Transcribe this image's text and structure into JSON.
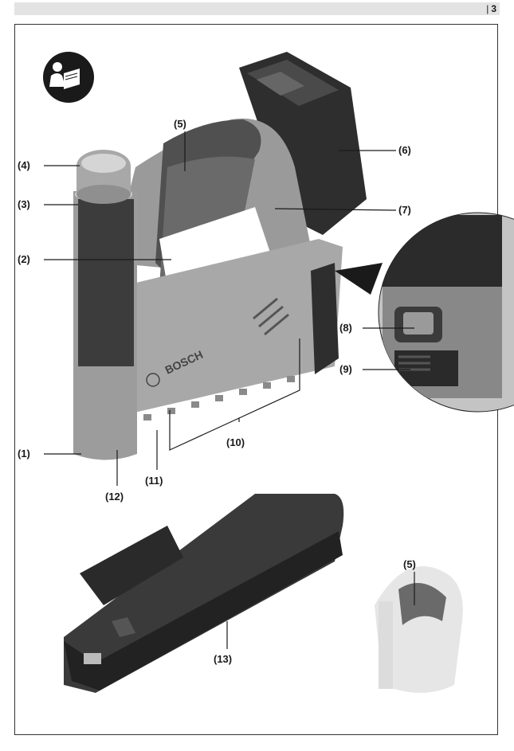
{
  "page": {
    "number": "3"
  },
  "callouts": [
    {
      "id": "1",
      "label": "(1)"
    },
    {
      "id": "2",
      "label": "(2)"
    },
    {
      "id": "3",
      "label": "(3)"
    },
    {
      "id": "4",
      "label": "(4)"
    },
    {
      "id": "5",
      "label": "(5)"
    },
    {
      "id": "6",
      "label": "(6)"
    },
    {
      "id": "7",
      "label": "(7)"
    },
    {
      "id": "8",
      "label": "(8)"
    },
    {
      "id": "9",
      "label": "(9)"
    },
    {
      "id": "10",
      "label": "(10)"
    },
    {
      "id": "11",
      "label": "(11)"
    },
    {
      "id": "12",
      "label": "(12)"
    },
    {
      "id": "13",
      "label": "(13)"
    },
    {
      "id": "5b",
      "label": "(5)"
    }
  ],
  "tool": {
    "brand_mark": "BOSCH"
  },
  "icons": {
    "manual": "read-manual-icon"
  }
}
